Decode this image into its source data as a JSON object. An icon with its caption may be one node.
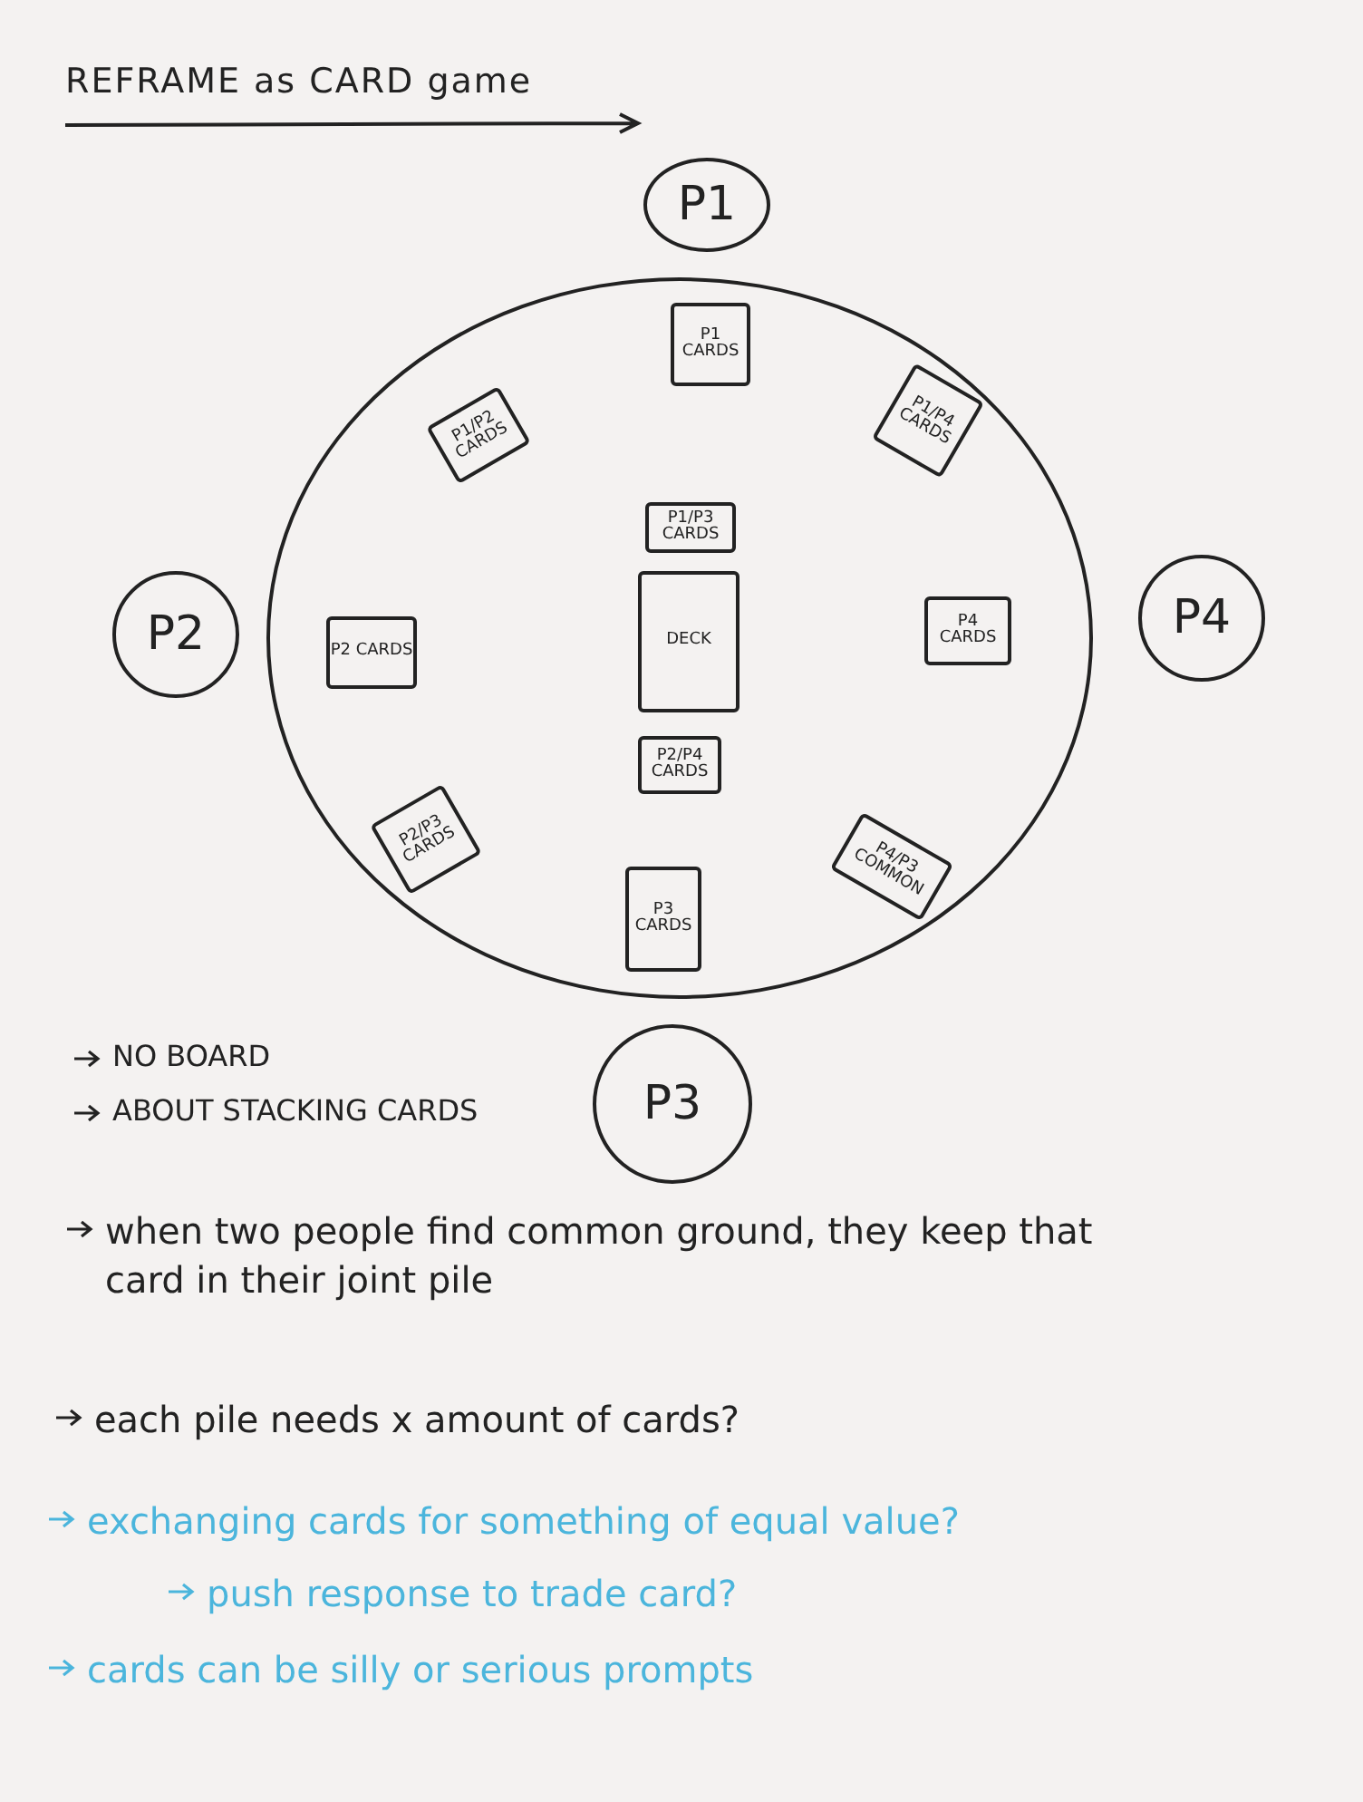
{
  "diagram": {
    "title": "REFRAME as CARD game",
    "nodes": [
      {
        "text": [
          "P1"
        ]
      },
      {
        "text": [
          "P2"
        ]
      },
      {
        "text": [
          "P4"
        ]
      },
      {
        "text": [
          "P3"
        ]
      },
      {
        "text": [],
        "shape": "circle"
      },
      {
        "text": [
          "P1 CARDS"
        ],
        "in": 4
      },
      {
        "text": [
          "P1/P2 CARDS"
        ],
        "in": 4
      },
      {
        "text": [
          "P1/P4 CARDS"
        ],
        "in": 4
      },
      {
        "text": [
          "P1/P3 CARDS"
        ],
        "in": 4
      },
      {
        "text": [
          "DECK"
        ],
        "in": 4
      },
      {
        "text": [
          "P2 CARDS"
        ],
        "in": 4
      },
      {
        "text": [
          "P4 CARDS"
        ],
        "in": 4
      },
      {
        "text": [
          "P2/P4 CARDS"
        ],
        "in": 4
      },
      {
        "text": [
          "P2/P3 CARDS"
        ],
        "in": 4
      },
      {
        "text": [
          "P3 CARDS"
        ],
        "in": 4
      },
      {
        "text": [
          "P4/P3 COMMON"
        ],
        "in": 4
      }
    ],
    "edges": [],
    "labels": [
      "NO BOARD",
      "ABOUT STACKING CARDS",
      "when two people find common ground, they keep that card in their joint pile",
      "each pile needs x amount of cards?",
      "exchanging cards for something of equal value?",
      "push response to trade card?",
      "cards can be silly or serious prompts"
    ]
  }
}
